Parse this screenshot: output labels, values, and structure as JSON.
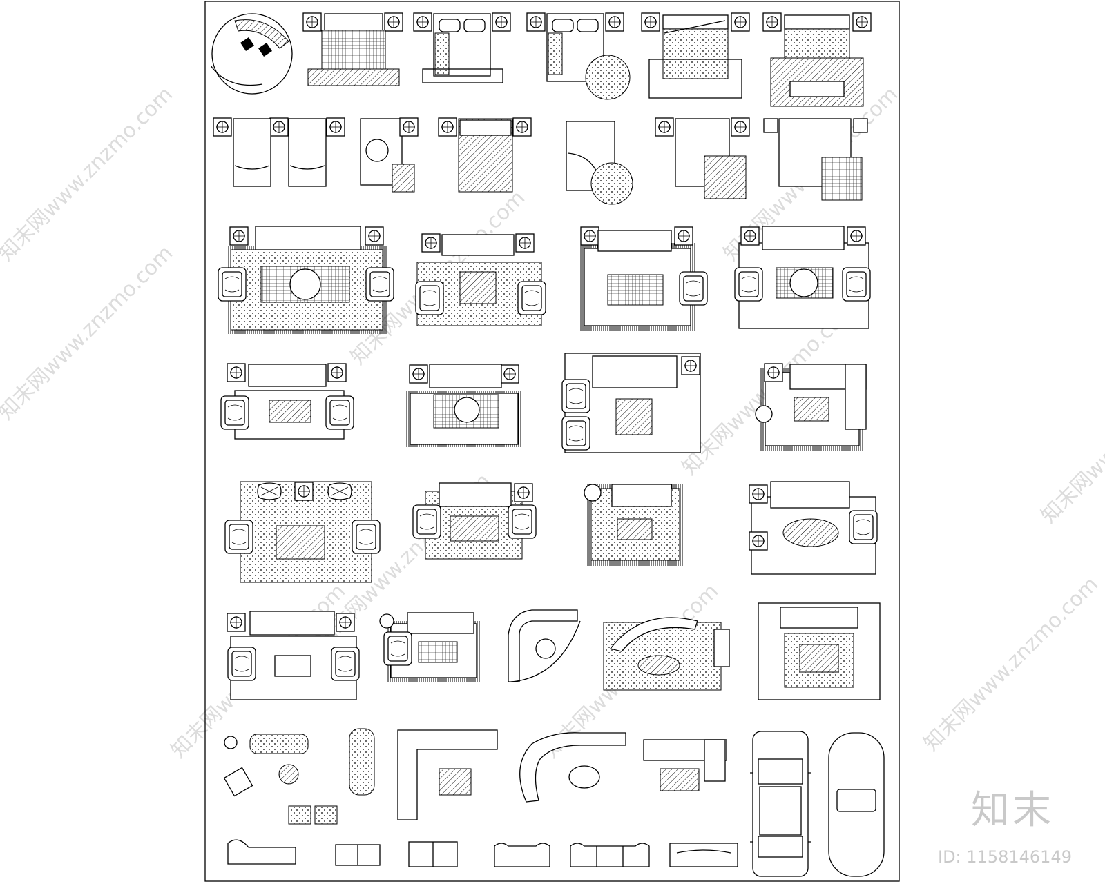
{
  "brand_name": "知末",
  "id_label": "ID: 1158146149",
  "watermark_text": "知末网www.znzmo.com",
  "colors": {
    "line": "#000000",
    "background": "#ffffff",
    "watermark": "#c9c9c9"
  },
  "sheet_title": "",
  "categories": [
    "beds",
    "living-room sofa sets",
    "sofas and chaise",
    "cars"
  ]
}
